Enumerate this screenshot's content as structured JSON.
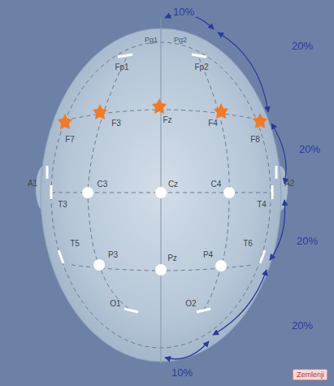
{
  "diagram": {
    "nodes": [
      {
        "text": [
          "Zemlenji"
        ]
      }
    ],
    "labels": [
      "10%",
      "Pg1",
      "Pg2",
      "Fp1",
      "Fp2",
      "20%",
      "F7",
      "F3",
      "Fz",
      "F4",
      "F8",
      "20%",
      "A1",
      "A2",
      "T3",
      "C3",
      "Cz",
      "C4",
      "T4",
      "T5",
      "T6",
      "P3",
      "Pz",
      "P4",
      "20%",
      "O1",
      "O2",
      "20%",
      "10%"
    ]
  }
}
